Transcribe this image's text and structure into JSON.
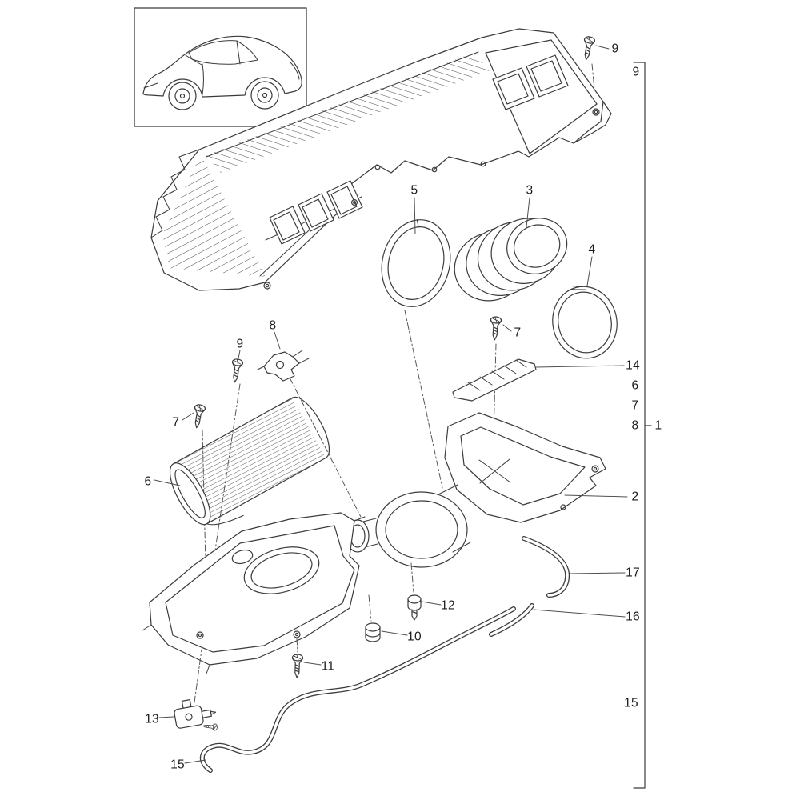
{
  "diagram": {
    "type": "exploded-parts-diagram",
    "background": "#ffffff",
    "line_color": "#3b3b3b",
    "label_color": "#1c1c1c"
  },
  "labels": [
    {
      "text": "9"
    },
    {
      "text": "9"
    },
    {
      "text": "5"
    },
    {
      "text": "3"
    },
    {
      "text": "4"
    },
    {
      "text": "8"
    },
    {
      "text": "9"
    },
    {
      "text": "7"
    },
    {
      "text": "14"
    },
    {
      "text": "6"
    },
    {
      "text": "7"
    },
    {
      "text": "8"
    },
    {
      "text": "1"
    },
    {
      "text": "7"
    },
    {
      "text": "6"
    },
    {
      "text": "2"
    },
    {
      "text": "17"
    },
    {
      "text": "16"
    },
    {
      "text": "12"
    },
    {
      "text": "10"
    },
    {
      "text": "11"
    },
    {
      "text": "13"
    },
    {
      "text": "15"
    },
    {
      "text": "15"
    }
  ]
}
